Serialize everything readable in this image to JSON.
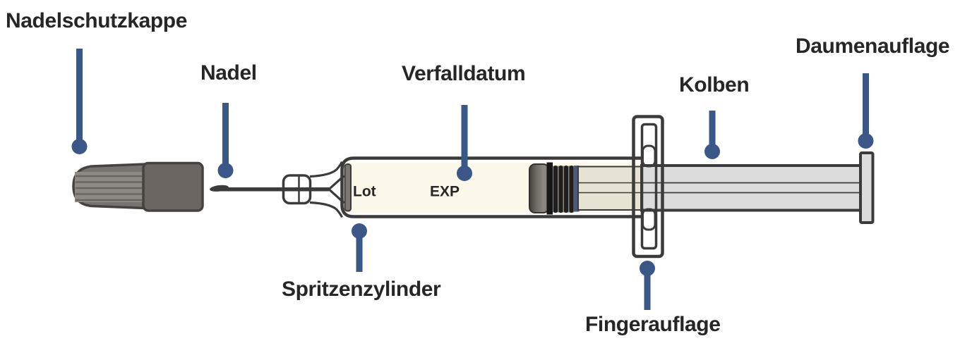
{
  "labels": {
    "nadelschutzkappe": "Nadelschutzkappe",
    "nadel": "Nadel",
    "verfalldatum": "Verfalldatum",
    "kolben": "Kolben",
    "daumenauflage": "Daumenauflage",
    "spritzenzylinder": "Spritzenzylinder",
    "fingerauflage": "Fingerauflage"
  },
  "barrel_markings": {
    "lot": "Lot",
    "exp": "EXP"
  },
  "colors": {
    "pointer_blue": "#3A5787",
    "outline_dark": "#3B3B3B",
    "label_text": "#262626",
    "barrel_fill": "#FBF8E9",
    "plunger_gray": "#DCDCDC",
    "plunger_cream": "#E6E3D4",
    "cap_collar_gray": "#6B6661",
    "cap_body_gray": "#76726D",
    "stopper_blue_band": "#46597F"
  }
}
